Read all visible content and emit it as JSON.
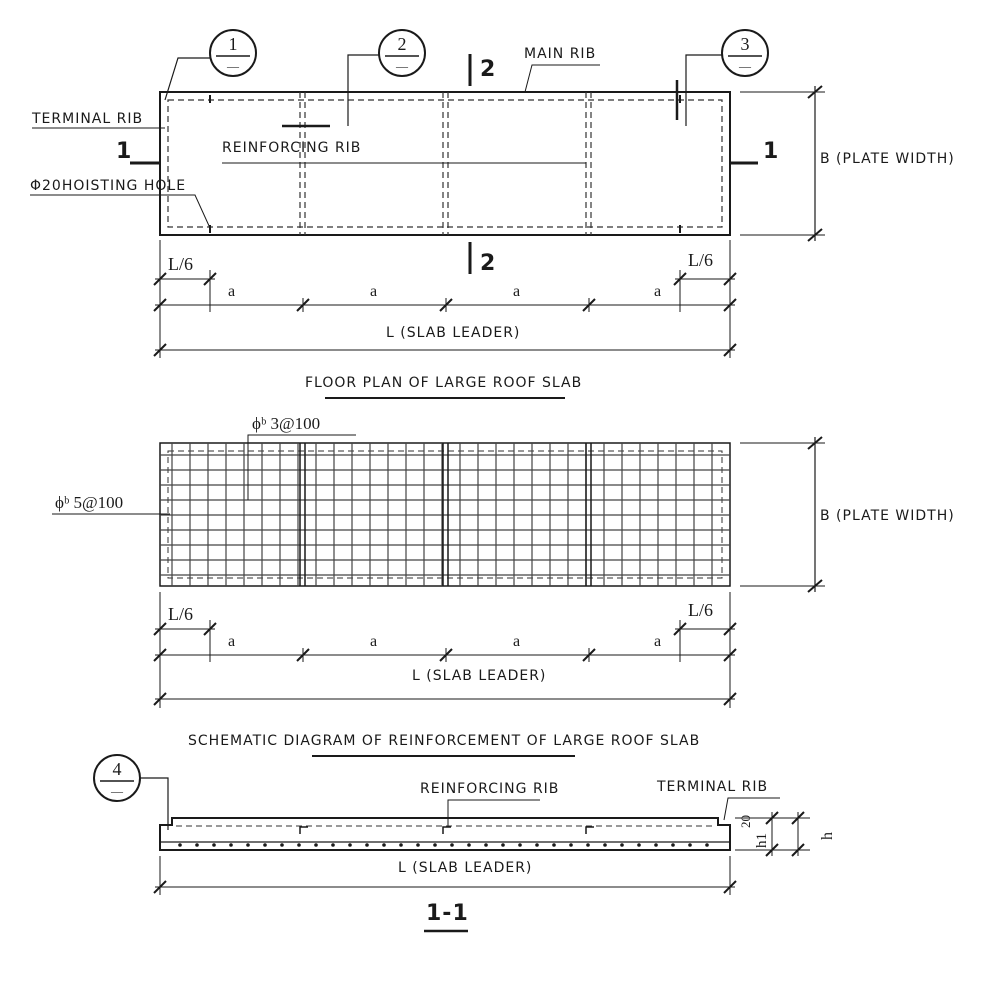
{
  "plan": {
    "callouts": [
      "1",
      "2",
      "3"
    ],
    "callout_sub": "—",
    "section_2": "2",
    "section_1": "1",
    "main_rib": "MAIN RIB",
    "terminal_rib": "TERMINAL RIB",
    "reinforcing_rib": "REINFORCING RIB",
    "hoisting_hole": "Φ20HOISTING HOLE",
    "plate_width": "B (PLATE WIDTH)",
    "edge_dim": "L/6",
    "spacing": "a",
    "slab_length": "L (SLAB LEADER)",
    "title": "FLOOR PLAN OF LARGE ROOF SLAB"
  },
  "reinforcement": {
    "bar_top": "ϕᵇ 3@100",
    "bar_left": "ϕᵇ 5@100",
    "plate_width": "B (PLATE WIDTH)",
    "edge_dim": "L/6",
    "spacing": "a",
    "slab_length": "L (SLAB LEADER)",
    "title": "SCHEMATIC DIAGRAM OF REINFORCEMENT OF LARGE ROOF SLAB"
  },
  "section": {
    "callout": "4",
    "callout_sub": "—",
    "reinforcing_rib": "REINFORCING RIB",
    "terminal_rib": "TERMINAL RIB",
    "dim_20": "20",
    "dim_h1": "h1",
    "dim_h": "h",
    "slab_length": "L (SLAB LEADER)",
    "title": "1-1"
  }
}
